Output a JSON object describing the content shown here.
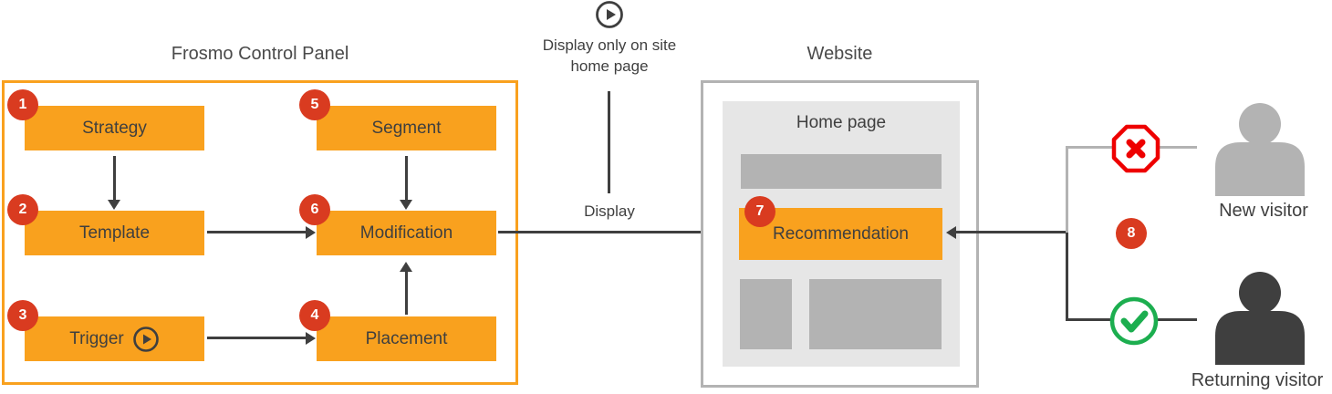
{
  "panel": {
    "title": "Frosmo Control Panel",
    "nodes": [
      {
        "label": "Strategy",
        "badge": "1"
      },
      {
        "label": "Template",
        "badge": "2"
      },
      {
        "label": "Trigger",
        "badge": "3",
        "icon": "play-icon"
      },
      {
        "label": "Segment",
        "badge": "5"
      },
      {
        "label": "Modification",
        "badge": "6"
      },
      {
        "label": "Placement",
        "badge": "4"
      }
    ],
    "edges": [
      {
        "from": "Strategy",
        "to": "Template"
      },
      {
        "from": "Segment",
        "to": "Modification"
      },
      {
        "from": "Template",
        "to": "Modification"
      },
      {
        "from": "Trigger",
        "to": "Placement"
      },
      {
        "from": "Placement",
        "to": "Modification"
      },
      {
        "from": "Modification",
        "to": "Recommendation",
        "label": "Display"
      },
      {
        "from": "Returning visitor",
        "to": "Recommendation"
      }
    ]
  },
  "display_note": {
    "icon": "play-icon",
    "line1": "Display only on site",
    "line2": "home page",
    "arrow_label": "Display"
  },
  "website": {
    "title": "Website",
    "page_title": "Home page",
    "recommendation": {
      "label": "Recommendation",
      "badge": "7"
    }
  },
  "visitors": {
    "junction_badge": "8",
    "new_visitor": {
      "label": "New visitor",
      "status_icon": "blocked-cross-octagon-icon"
    },
    "returning_visitor": {
      "label": "Returning visitor",
      "status_icon": "allowed-check-circle-icon"
    }
  },
  "colors": {
    "accent_orange": "#F9A11E",
    "badge_red": "#D93B20",
    "blocked_red": "#EE0000",
    "allowed_green": "#1CAE4F",
    "dark_gray": "#3F3F3F",
    "mid_gray": "#B3B3B3",
    "light_gray": "#E6E6E6"
  }
}
